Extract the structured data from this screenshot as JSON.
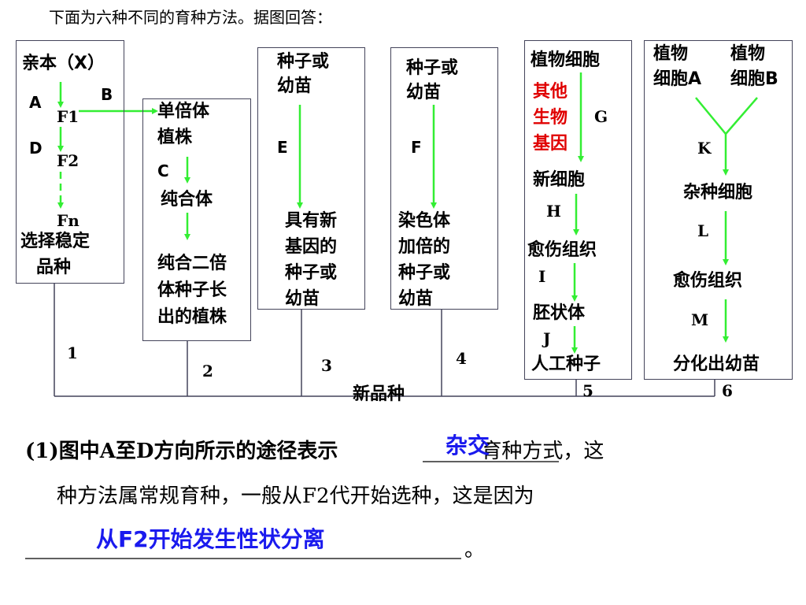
{
  "intro": "下面为六种不同的育种方法。据图回答：",
  "colors": {
    "arrow": "#33ee33",
    "box_border": "#44445a",
    "answer": "#1a1aee",
    "red_text": "#e00000"
  },
  "box1": {
    "parent": "亲本（X）",
    "A": "A",
    "B": "B",
    "D": "D",
    "F1": "F1",
    "F2": "F2",
    "Fn": "Fn",
    "select1": "选择稳定",
    "select2": "品种"
  },
  "box2": {
    "l1": "单倍体",
    "l2": "植株",
    "C": "C",
    "pure": "纯合体",
    "p1": "纯合二倍",
    "p2": "体种子长",
    "p3": "出的植株"
  },
  "box3": {
    "t1": "种子或",
    "t2": "幼苗",
    "E": "E",
    "b1": "具有新",
    "b2": "基因的",
    "b3": "种子或",
    "b4": "幼苗"
  },
  "box4": {
    "t1": "种子或",
    "t2": "幼苗",
    "F": "F",
    "b1": "染色体",
    "b2": "加倍的",
    "b3": "种子或",
    "b4": "幼苗"
  },
  "box5": {
    "top": "植物细胞",
    "o1": "其他",
    "o2": "生物",
    "o3": "基因",
    "G": "G",
    "newcell": "新细胞",
    "H": "H",
    "callus": "愈伤组织",
    "I": "I",
    "embryo": "胚状体",
    "J": "J",
    "seed": "人工种子"
  },
  "box6": {
    "pa1": "植物",
    "pa2": "细胞A",
    "pb1": "植物",
    "pb2": "细胞B",
    "K": "K",
    "hybrid": "杂种细胞",
    "L": "L",
    "callus": "愈伤组织",
    "M": "M",
    "seedling": "分化出幼苗"
  },
  "numbers": {
    "n1": "1",
    "n2": "2",
    "n3": "3",
    "n4": "4",
    "n5": "5",
    "n6": "6"
  },
  "new_variety": "新品种",
  "question": {
    "q1_prefix": "(1)图中A至D方向所示的途径表示",
    "q1_answer": "杂交",
    "q1_suffix": "育种方式，这",
    "q1_line2": "种方法属常规育种，一般从F2代开始选种，这是因为",
    "q1_answer2": "从F2开始发生性状分离",
    "q1_end": "。"
  }
}
